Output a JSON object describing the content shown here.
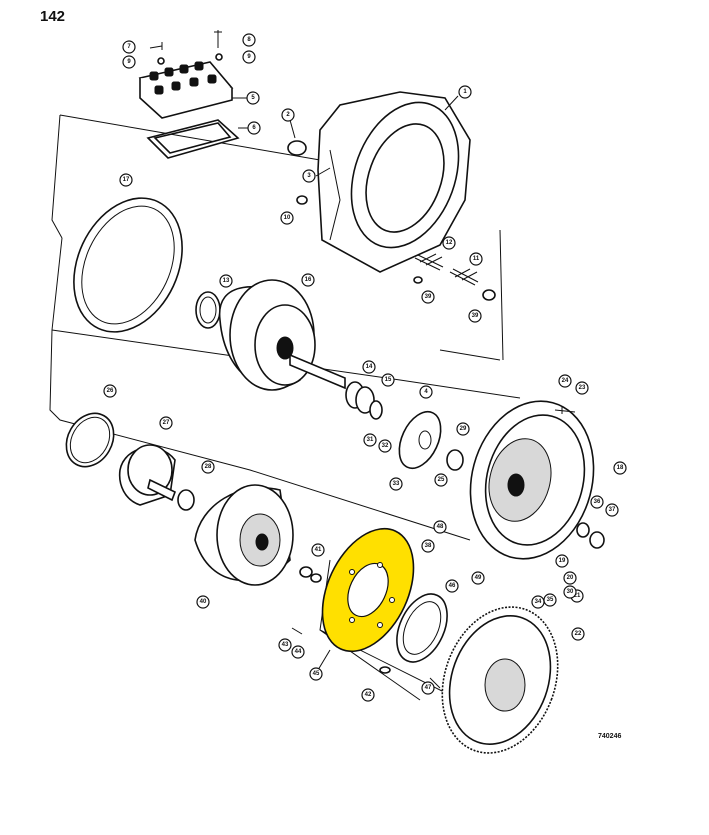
{
  "page_number": "142",
  "figure_code": "740246",
  "highlight_color": "#ffe000",
  "callouts": [
    "1",
    "2",
    "3",
    "4",
    "5",
    "6",
    "7",
    "8",
    "9",
    "10",
    "11",
    "12",
    "13",
    "14",
    "15",
    "16",
    "17",
    "18",
    "19",
    "20",
    "21",
    "22",
    "23",
    "24",
    "25",
    "26",
    "27",
    "28",
    "29",
    "30",
    "31",
    "32",
    "33",
    "34",
    "35",
    "36",
    "37",
    "38",
    "39",
    "40",
    "41",
    "42",
    "43",
    "44",
    "45",
    "46",
    "47",
    "48",
    "49"
  ]
}
